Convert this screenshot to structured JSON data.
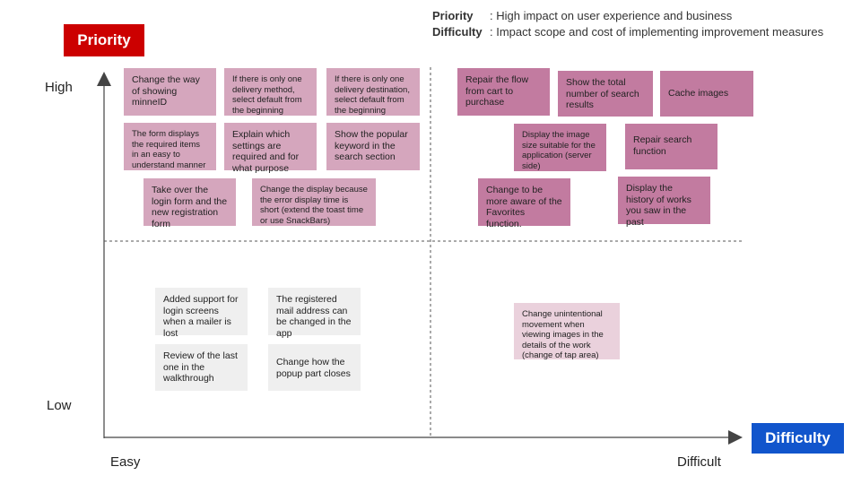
{
  "legend": [
    {
      "term": "Priority",
      "definition": ": High impact on user experience and business"
    },
    {
      "term": "Difficulty",
      "definition": ": Impact scope and cost of implementing improvement measures"
    }
  ],
  "axes": {
    "y_title": "Priority",
    "x_title": "Difficulty",
    "y_high": "High",
    "y_low": "Low",
    "x_easy": "Easy",
    "x_difficult": "Difficult"
  },
  "colors": {
    "priority_tag": "#cc0000",
    "difficulty_tag": "#1155cc",
    "card_light": "#d5a6bd",
    "card_dark": "#c27ba0",
    "card_pale": "#ead1dc",
    "card_grey": "#efefef"
  },
  "cards": {
    "showing_minneid": "Change the way of showing minneID",
    "single_delivery_method": "If there is only one delivery method, select default from the beginning",
    "single_delivery_destination": "If there is only one delivery destination, select default from the beginning",
    "required_items": "The form displays the required items in an easy to understand manner",
    "explain_settings": "Explain which settings are required and for what purpose",
    "popular_keyword": "Show the popular keyword in the search section",
    "login_registration_form": "Take over the login form and the new registration form",
    "error_display_time": "Change the display because the error display time is short (extend the toast time or use SnackBars)",
    "cart_flow": "Repair the flow from cart to purchase",
    "total_search_results": "Show  the total number of search results",
    "cache_images": "Cache images",
    "image_size_server": "Display  the image size suitable for the application (server side)",
    "repair_search": "Repair search function",
    "favorites_aware": "Change to be more aware of the Favorites function.",
    "history_of_works": "Display the history of works you saw in the past",
    "mailer_lost": "Added support for login screens when a mailer is lost",
    "registered_mail": "The registered mail address can be changed in the app",
    "walkthrough_review": "Review of the last one in the walkthrough",
    "popup_closes": "Change how the popup part closes",
    "tap_area": "Change unintentional movement when viewing images in the details of the work (change of tap area)"
  }
}
